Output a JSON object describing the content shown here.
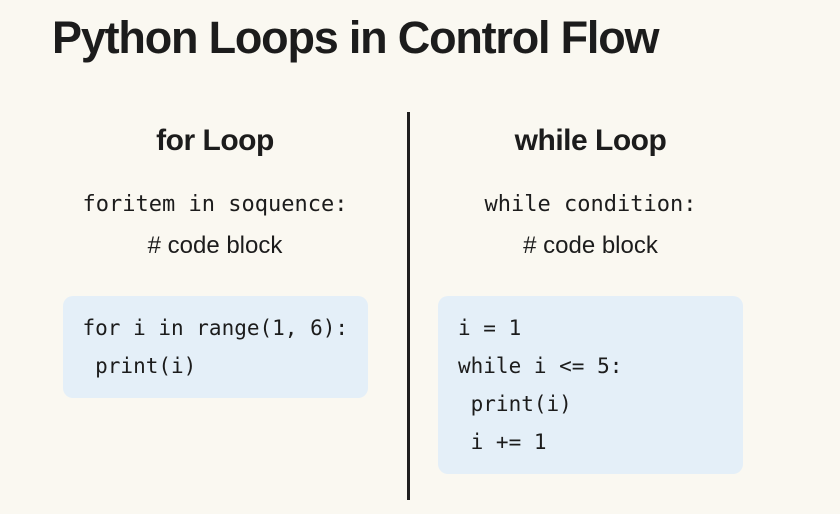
{
  "title": "Python Loops in Control Flow",
  "colors": {
    "background": "#FAF8F1",
    "text": "#1C1C1C",
    "code_box": "#E4EFF8",
    "divider": "#1F1F1F"
  },
  "columns": {
    "for_loop": {
      "heading": "for Loop",
      "syntax_line": "foritem in soquence:",
      "syntax_comment": "# code block",
      "code_lines": [
        "for i in range(1, 6):",
        " print(i)"
      ]
    },
    "while_loop": {
      "heading": "while Loop",
      "syntax_line": "while condition:",
      "syntax_comment": "# code block",
      "code_lines": [
        "i = 1",
        "while i <= 5:",
        " print(i)",
        " i += 1"
      ]
    }
  }
}
